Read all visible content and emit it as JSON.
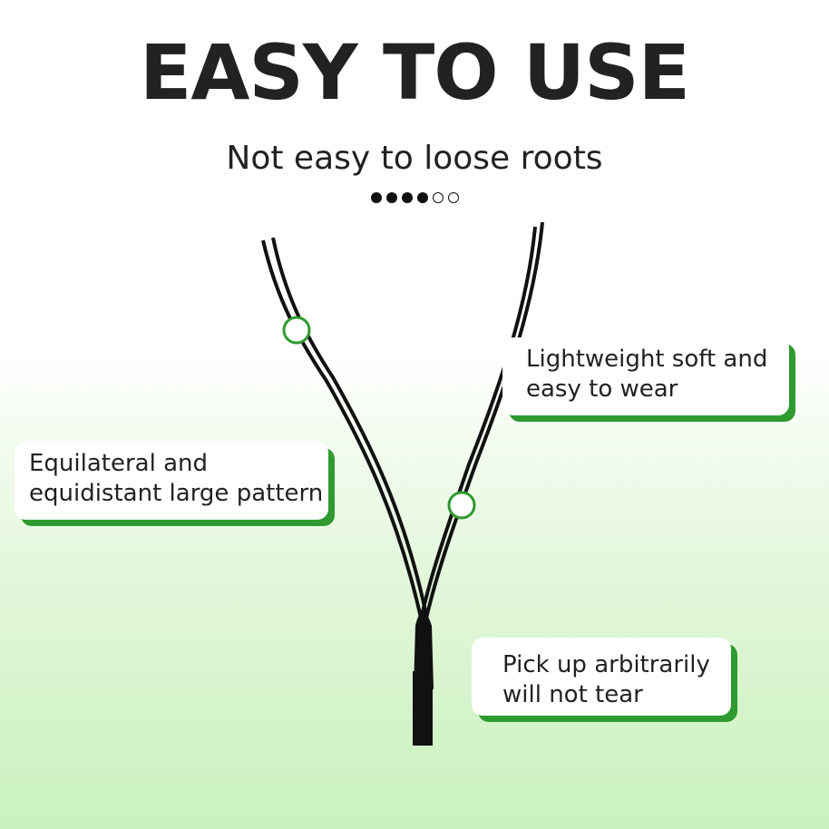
{
  "header": {
    "title": "EASY TO USE",
    "subtitle": "Not easy to loose roots"
  },
  "rating": {
    "filled": 4,
    "total": 6
  },
  "callouts": [
    {
      "line1": "Lightweight soft and",
      "line2": "easy to wear"
    },
    {
      "line1": "Equilateral and",
      "line2": "equidistant large pattern"
    },
    {
      "line1": "Pick up arbitrarily",
      "line2": "will not tear"
    }
  ],
  "colors": {
    "accent_green": "#2f9a2f",
    "text": "#222222",
    "background_bottom": "#c9f1bd"
  }
}
